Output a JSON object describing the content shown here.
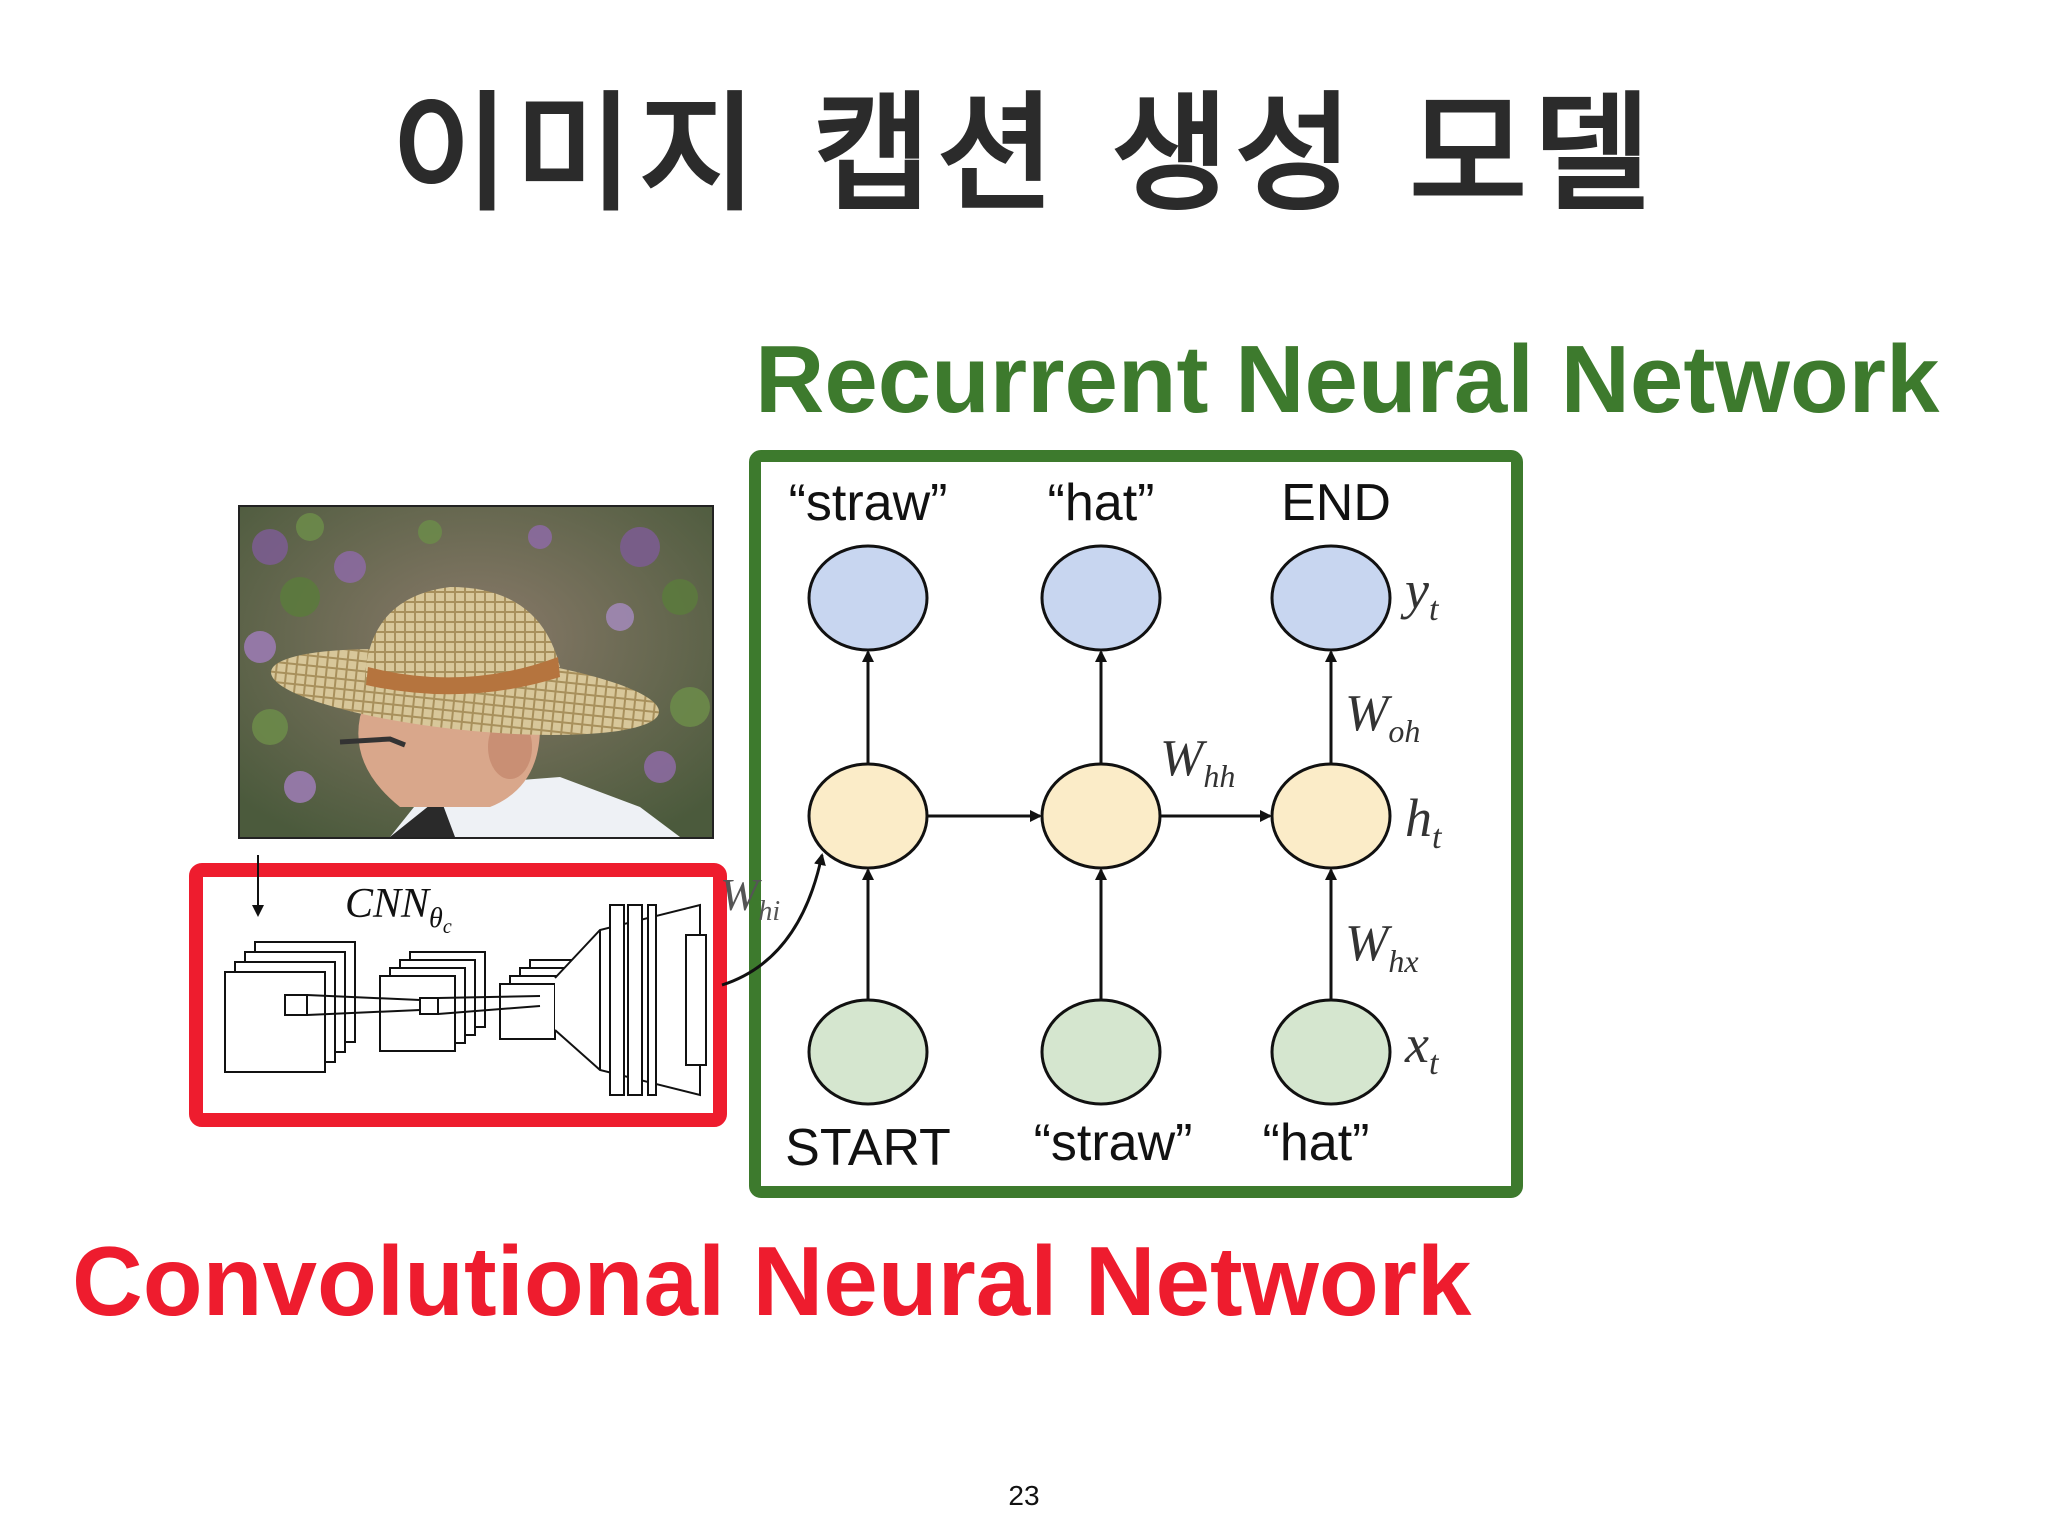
{
  "slide": {
    "title": "이미지 캡션 생성 모델",
    "page_number": "23"
  },
  "headings": {
    "rnn": "Recurrent Neural Network",
    "cnn": "Convolutional Neural Network"
  },
  "diagram": {
    "output_words": [
      "“straw”",
      "“hat”",
      "END"
    ],
    "input_words": [
      "START",
      "“straw”",
      "“hat”"
    ],
    "labels": {
      "y": "y",
      "y_sub": "t",
      "h": "h",
      "h_sub": "t",
      "x": "x",
      "x_sub": "t",
      "W": "W",
      "woh_sub": "oh",
      "whh_sub": "hh",
      "whx_sub": "hx",
      "whi_sub": "hi",
      "cnn": "CNN",
      "cnn_sub": "θ",
      "cnn_subsub": "c"
    }
  },
  "colors": {
    "rnn_green": "#3d7a2d",
    "cnn_red": "#ee1c2e",
    "output_node": "#c8d6f0",
    "hidden_node": "#fbecc8",
    "input_node": "#d5e6cf",
    "title_text": "#2b2b2b"
  }
}
